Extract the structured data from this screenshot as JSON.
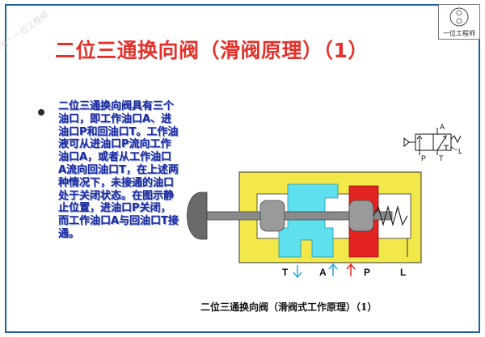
{
  "title": "二位三通换向阀（滑阀原理）（1）",
  "description": "二位三通换向阀具有三个油口，即工作油口A、进油口P和回油口T。工作油液可从进油口P流向工作油口A，或者从工作油口A流向回油口T，在上述两种情况下，未接通的油口处于关闭状态。在图示静止位置，进油口P关闭，而工作油口A与回油口T接通。",
  "caption": "二位三通换向阀（滑阀式工作原理）（1）",
  "watermark": "头条号：一位工程师",
  "logo_text": "一位工程师",
  "ports": {
    "T": "T",
    "A": "A",
    "P": "P",
    "L": "L"
  },
  "symbol_ports": {
    "A": "A",
    "P": "P",
    "T": "T",
    "L": "L"
  },
  "colors": {
    "title": "#e4322b",
    "body_text": "#1a2aa0",
    "frame": "#1f5fa5",
    "housing": "#f2e84a",
    "oil": "#5fe0ee",
    "pressure": "#e3231f",
    "spool": "#8a8a8a"
  }
}
